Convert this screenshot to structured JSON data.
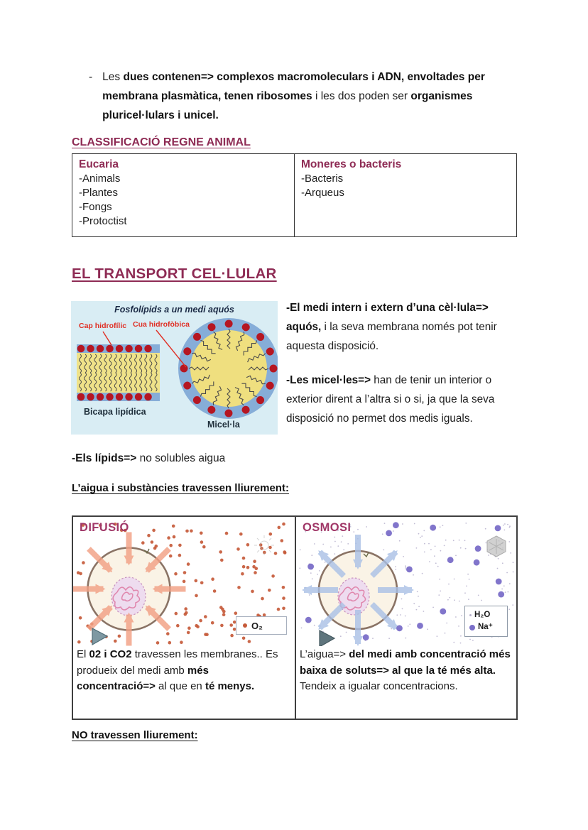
{
  "colors": {
    "heading_maroon": "#8e2b54",
    "panel_title": "#a03767",
    "figure_label_red": "#e02f24",
    "figure_bg": "#d9edf4",
    "bilayer_blue": "#86add8",
    "bilayer_yellow": "#efe289",
    "lipid_head_red": "#b51622",
    "membrane_outline": "#8a7365",
    "cell_interior": "#faf3e6",
    "nucleus_fill": "#eedcef",
    "chromatin_pink": "#df7fa8",
    "diffusion_dot": "#c65a39",
    "diffusion_arrow": "#f2a185",
    "osmosis_arrow": "#a9c0e6",
    "sodium_dot": "#7a6ec8",
    "water_dot": "#b6b0cc"
  },
  "intro": {
    "dash": "-",
    "seg1": "Les ",
    "seg2": "dues contenen=> complexos macromoleculars i ADN, envoltades per membrana plasmàtica, tenen ribosomes ",
    "seg3": "i les dos poden ser ",
    "seg4": "organismes pluricel·lulars i unicel."
  },
  "section_classificacio": {
    "title": "CLASSIFICACIÓ REGNE ANIMAL"
  },
  "kingdom_table": {
    "col1": {
      "header": "Eucaria",
      "items": [
        "-Animals",
        "-Plantes",
        "-Fongs",
        "-Protoctist"
      ]
    },
    "col2": {
      "header": "Moneres o bacteris",
      "items": [
        "-Bacteris",
        "-Arqueus"
      ]
    }
  },
  "section_transport": {
    "title": "EL TRANSPORT CEL·LULAR"
  },
  "figure": {
    "title": "Fosfolípids a un medi aquós",
    "cap_label": "Cap hidrofílic",
    "cua_label": "Cua hidrofòbica",
    "bicapa_label": "Bicapa lipídica",
    "micella_label": "Micel·la"
  },
  "membrane_notes": {
    "p1_bold": "-El medi intern i extern d’una cèl·lula=> aquós,",
    "p1_rest": " i la seva membrana només pot tenir aquesta disposició.",
    "p2_bold": "-Les micel·les=>",
    "p2_rest": " han de tenir un interior o exterior dirent a l’altra si o si, ja que la seva disposició no permet dos medis iguals."
  },
  "lipids_note": {
    "bold": "-Els lípids=>",
    "rest": " no solubles aigua"
  },
  "section_free_transport": {
    "title": "L’aigua i substàncies travessen lliurement:"
  },
  "difusio": {
    "title": "DIFUSIÓ",
    "legend_o2": "O₂",
    "seg1": "El ",
    "seg2": "02 i CO2",
    "seg3": " travessen les membranes.. Es produeix del medi amb ",
    "seg4": "més concentració=>",
    "seg5": " al que en ",
    "seg6": "té menys."
  },
  "osmosi": {
    "title": "OSMOSI",
    "legend_h2o": "H₂O",
    "legend_na": "Na⁺",
    "seg1": "L’aigua=> ",
    "seg2": "del medi amb concentració més baixa de soluts=> al que la té més alta.",
    "seg3": "Tendeix a igualar concentracions."
  },
  "section_no_transport": {
    "title": "NO travessen lliurement:"
  }
}
